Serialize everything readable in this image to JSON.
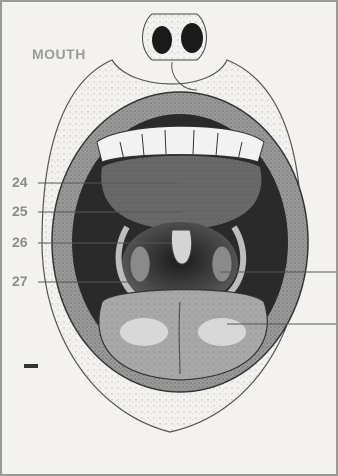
{
  "diagram": {
    "title": "MOUTH",
    "labels": [
      {
        "number": "24"
      },
      {
        "number": "25"
      },
      {
        "number": "26"
      },
      {
        "number": "27"
      }
    ]
  }
}
